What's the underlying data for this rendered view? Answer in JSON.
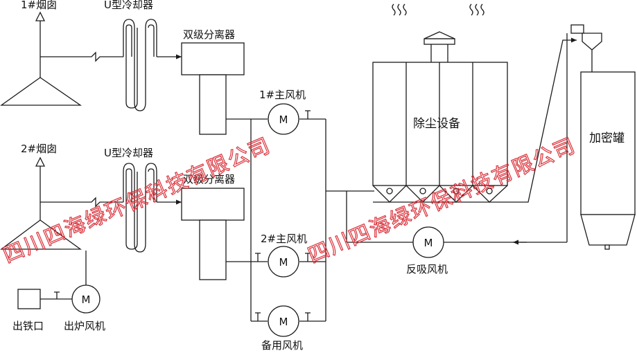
{
  "labels": {
    "chimney1": "1#烟囱",
    "chimney2": "2#烟囱",
    "cooler1": "U型冷却器",
    "cooler2": "U型冷却器",
    "separator1": "双级分离器",
    "separator2": "双级分离器",
    "fan1": "1#主风机",
    "fan2": "2#主风机",
    "fan_standby": "备用风机",
    "dust_collector": "除尘设备",
    "tank": "加密罐",
    "reverse_fan": "反吸风机",
    "tap_hole": "出铁口",
    "furnace_fan": "出炉风机",
    "motor_symbol": "M"
  },
  "watermark": "四川四海绿环保科技有限公司"
}
